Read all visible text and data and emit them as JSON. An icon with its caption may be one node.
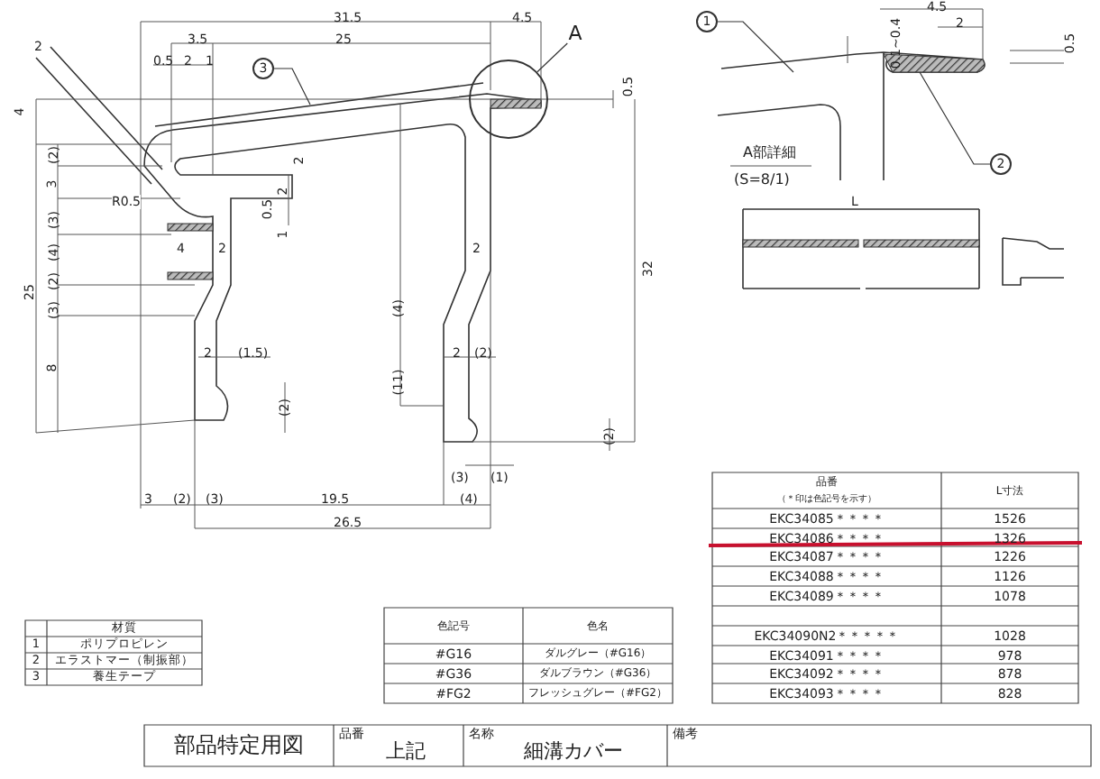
{
  "diagram": {
    "nodes": [
      {
        "text": [
          "3"
        ]
      },
      {
        "text": [
          "A"
        ]
      },
      {
        "text": [],
        "shape": "circle"
      },
      {
        "text": [
          "1"
        ]
      },
      {
        "text": [
          "2"
        ]
      }
    ],
    "edges": [
      {
        "from": 0,
        "to": null,
        "arrow": "none"
      },
      {
        "from": 1,
        "to": 2,
        "arrow": "none"
      },
      {
        "from": 3,
        "to": null,
        "arrow": "none"
      },
      {
        "from": 4,
        "to": null,
        "arrow": "none"
      }
    ],
    "labels": [
      "31.5",
      "4.5",
      "3.5",
      "25",
      "0.5",
      "2",
      "1",
      "2",
      "0.5",
      "4",
      "(2)",
      "3",
      "(3)",
      "(4)",
      "2",
      "R0.5",
      "2",
      "0.5",
      "1",
      "4",
      "2",
      "2",
      "25",
      "(2)",
      "(3)",
      "8",
      "2",
      "(1.5)",
      "(2)",
      "(4)",
      "(11)",
      "2",
      "(2)",
      "32",
      "(2)",
      "(3)",
      "(1)",
      "3",
      "(2)",
      "(3)",
      "19.5",
      "(4)",
      "26.5",
      "4.5",
      "2",
      "0.1~0.4",
      "0.5",
      "A部詳細",
      "(S=8/1)",
      "L",
      "材質",
      "1",
      "ポリプロピレン",
      "2",
      "エラストマー（制振部）",
      "3",
      "養生テープ",
      "色記号",
      "色名",
      "#G16",
      "ダルグレー（#G16）",
      "#G36",
      "ダルブラウン（#G36）",
      "#FG2",
      "フレッシュグレー（#FG2）",
      "品番",
      "（＊印は色記号を示す）",
      "L寸法",
      "EKC34085＊＊＊＊",
      "1526",
      "EKC34086＊＊＊＊",
      "1326",
      "EKC34087＊＊＊＊",
      "1226",
      "EKC34088＊＊＊＊",
      "1126",
      "EKC34089＊＊＊＊",
      "1078",
      "EKC34090N2＊＊＊＊＊",
      "1028",
      "EKC34091＊＊＊＊",
      "978",
      "EKC34092＊＊＊＊",
      "878",
      "EKC34093＊＊＊＊",
      "828",
      "部品特定用図",
      "品番",
      "上記",
      "名称",
      "細溝カバー",
      "備考"
    ]
  }
}
